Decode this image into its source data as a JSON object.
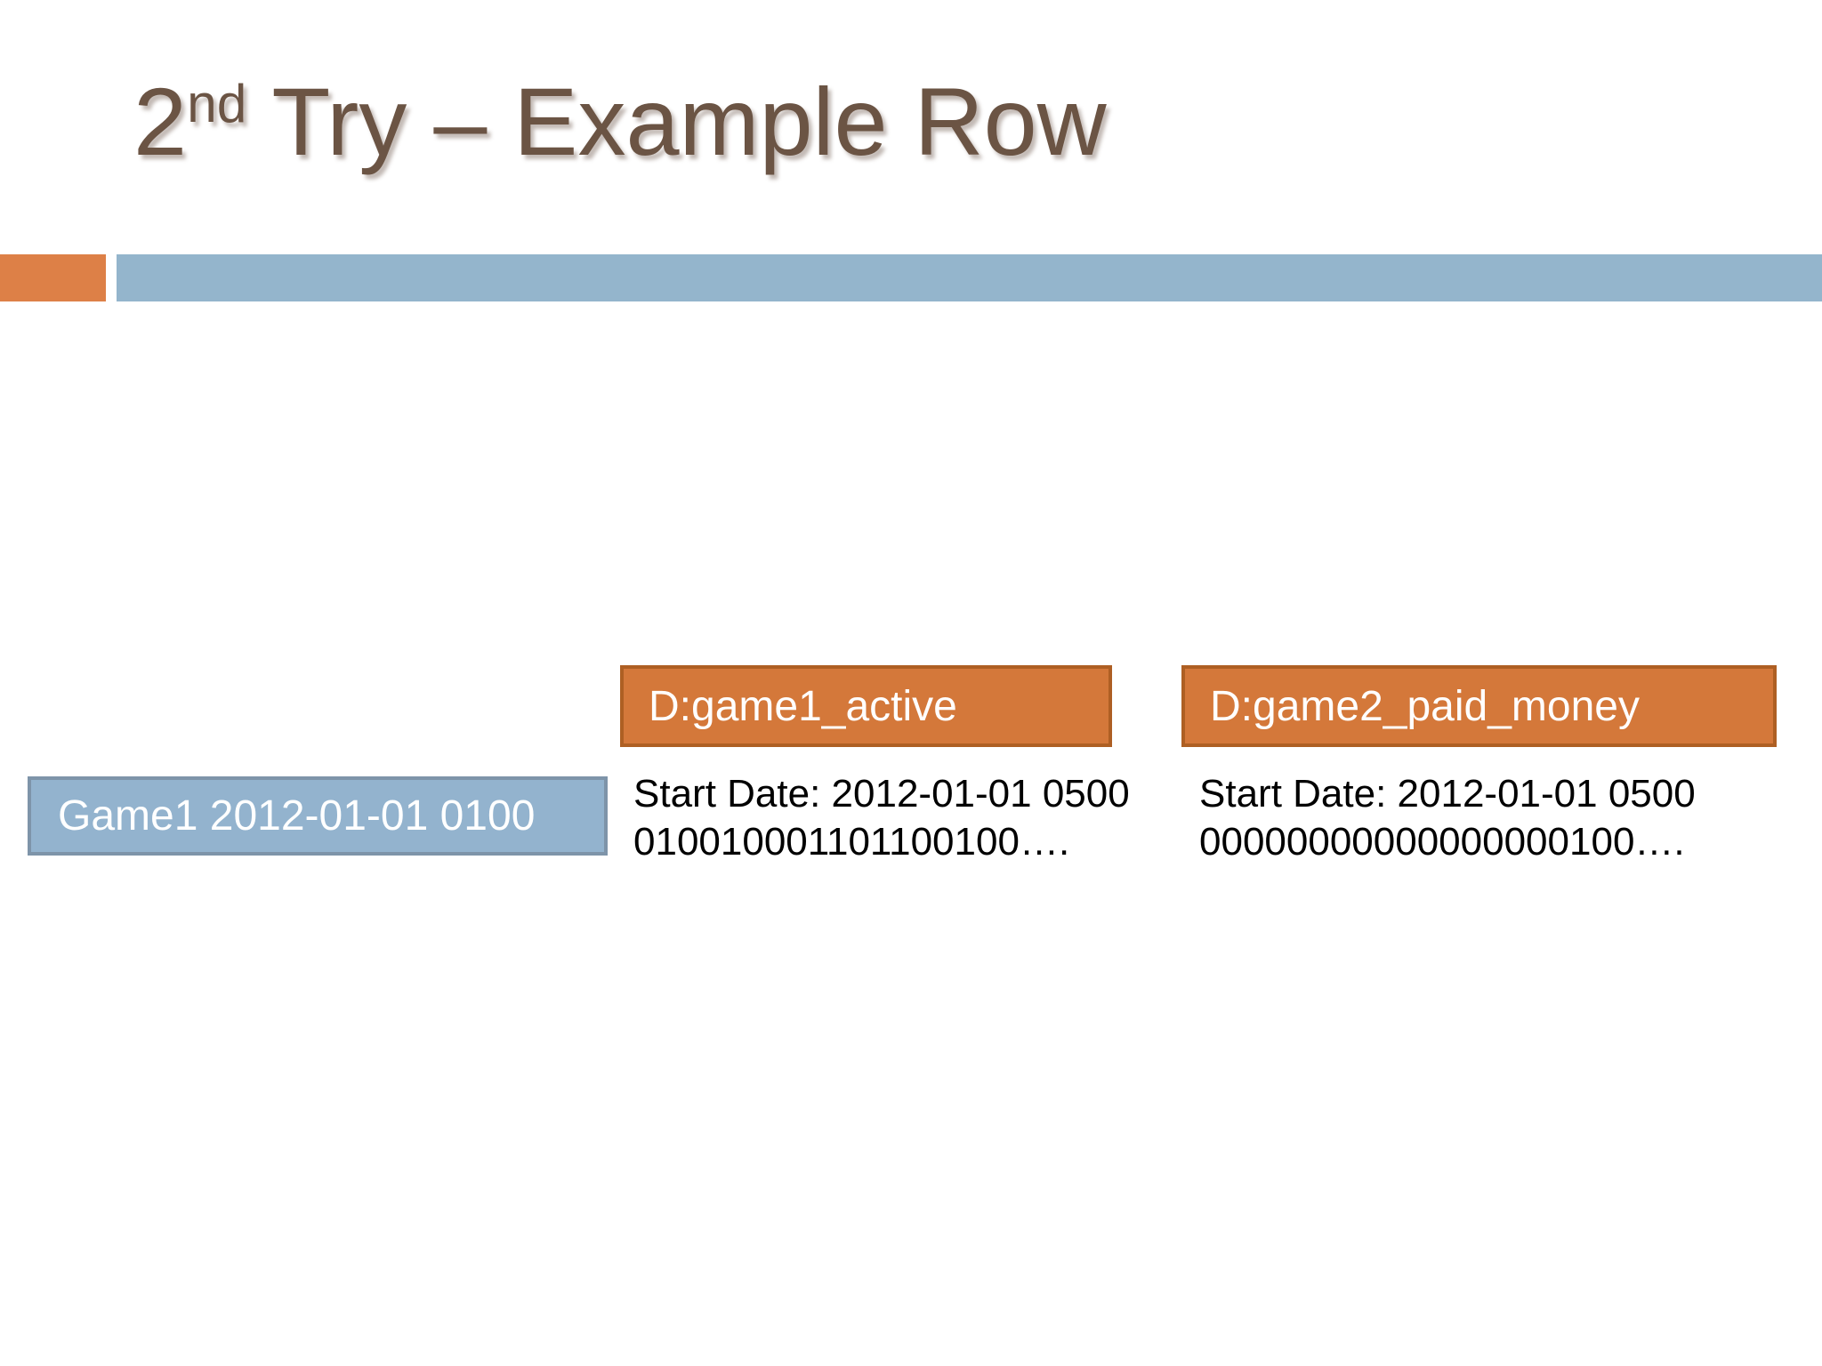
{
  "slide": {
    "title": {
      "prefix": "2",
      "superscript": "nd",
      "suffix": " Try – Example Row"
    },
    "theme": {
      "title_color": "#6B5444",
      "accent_orange": "#DD8047",
      "accent_blue": "#94B5CC",
      "box_orange_fill": "#D4783A",
      "box_orange_border": "#AE5F23",
      "box_blue_fill": "#93B3CE",
      "box_blue_border": "#7E94A9",
      "body_text_color": "#000000",
      "box_text_color": "#FFFFFF",
      "background": "#FFFFFF"
    }
  },
  "diagram": {
    "row_key": {
      "label": "Game1  2012-01-01 0100"
    },
    "columns": [
      {
        "header": "D:game1_active",
        "lines": [
          "Start Date: 2012-01-01 0500",
          "010010001101100100…."
        ]
      },
      {
        "header": "D:game2_paid_money",
        "lines": [
          "Start Date: 2012-01-01 0500",
          "00000000000000000100…."
        ]
      }
    ]
  }
}
